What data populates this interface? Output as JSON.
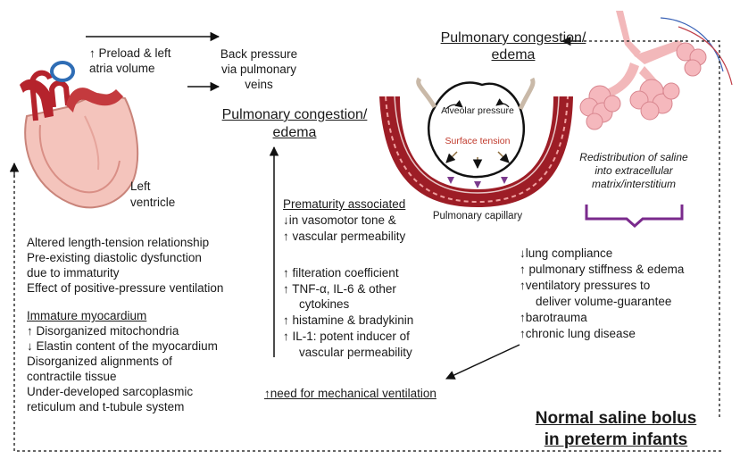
{
  "heart": {
    "preload": [
      "↑ Preload & left",
      "atria volume"
    ],
    "ventricle": [
      "Left",
      "ventricle"
    ]
  },
  "back_pressure": [
    "Back pressure",
    "via pulmonary",
    "veins"
  ],
  "congestion_middle": [
    "Pulmonary congestion/",
    "edema"
  ],
  "congestion_top": [
    "Pulmonary congestion/",
    "edema"
  ],
  "alveolus": {
    "pressure": "Alveolar pressure",
    "surface_tension": "Surface tension",
    "capillary": "Pulmonary capillary"
  },
  "redistribution": [
    "Redistribution of saline",
    "into extracellular",
    "matrix/interstitium"
  ],
  "left_list": [
    "Altered length-tension relationship",
    "Pre-existing diastolic dysfunction",
    "due to immaturity",
    "Effect of positive-pressure ventilation"
  ],
  "myocardium": {
    "heading": "Immature myocardium",
    "items": [
      "↑ Disorganized mitochondria",
      "↓ Elastin content of the myocardium",
      "Disorganized alignments of",
      "contractile tissue",
      "Under-developed sarcoplasmic",
      "reticulum and t-tubule system"
    ]
  },
  "prematurity": {
    "heading": "Prematurity associated",
    "items": [
      "↓in vasomotor tone &",
      "↑ vascular permeability"
    ]
  },
  "mediators": [
    "↑ filteration coefficient",
    "↑ TNF-α, IL-6 & other",
    "cytokines",
    "↑ histamine & bradykinin",
    "↑ IL-1: potent inducer of",
    "vascular permeability"
  ],
  "lung_effects": [
    "↓lung compliance",
    "↑  pulmonary stiffness & edema",
    "↑ventilatory pressures to",
    "deliver volume-guarantee",
    "↑barotrauma",
    "↑chronic lung disease"
  ],
  "mech_vent": "↑need for mechanical ventilation",
  "main_title": [
    "Normal saline bolus",
    "in preterm infants"
  ],
  "colors": {
    "vessel": "#a8202a",
    "heart": "#f4c4bc",
    "brace": "#7a2a8c"
  }
}
